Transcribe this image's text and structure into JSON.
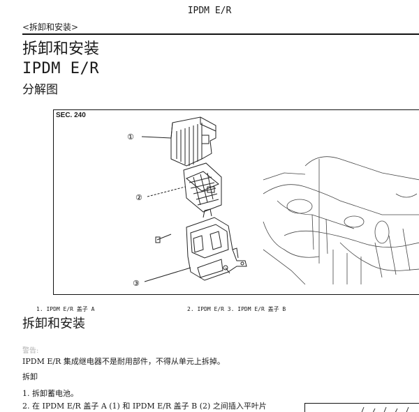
{
  "header": {
    "title": "IPDM E/R",
    "breadcrumb": "<拆卸和安装>"
  },
  "headings": {
    "h1": "拆卸和安装",
    "h2": "IPDM E/R",
    "h3": "分解图"
  },
  "figure": {
    "label": "SEC. 240",
    "callouts": [
      "①",
      "②",
      "③"
    ]
  },
  "captions": {
    "c1": "1. IPDM E/R 盖子 A",
    "c2": "2. IPDM E/R 3. IPDM E/R 盖子 B"
  },
  "section": {
    "heading": "拆卸和安装",
    "warning_label": "警告:",
    "warning_text": "IPDM E/R 集成继电器不是耐用部件，不得从单元上拆掉。",
    "removal_label": "拆卸",
    "steps": [
      "1. 拆卸蓄电池。",
      "2. 在 IPDM E/R 盖子 A (1)  和 IPDM E/R 盖子 B (2) 之间插入平叶片"
    ]
  }
}
